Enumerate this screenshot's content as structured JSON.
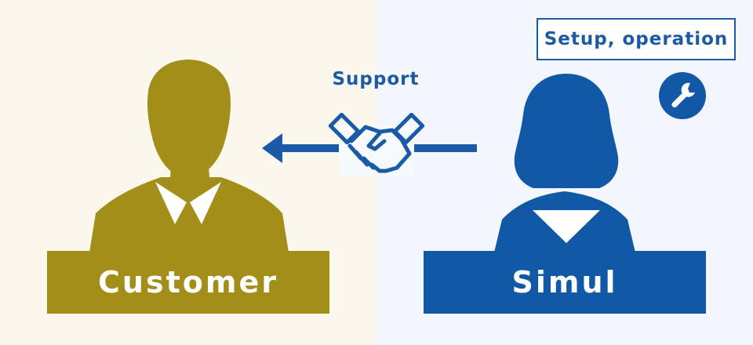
{
  "diagram": {
    "left_label": "Customer",
    "right_label": "Simul",
    "arrow_label": "Support",
    "badge_label": "Setup, operation",
    "icons": {
      "customer": "man-silhouette-icon",
      "simul": "woman-silhouette-icon",
      "handshake": "handshake-icon",
      "tool": "wrench-icon"
    },
    "colors": {
      "customer_olive": "#a38e1a",
      "simul_blue": "#1158a7",
      "left_bg": "#fbf7ec",
      "right_bg": "#f3f7fd"
    }
  }
}
